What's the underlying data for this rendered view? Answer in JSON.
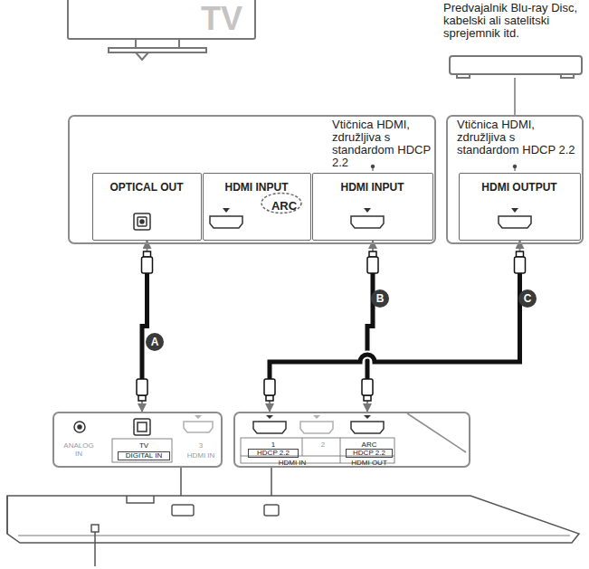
{
  "diagram": {
    "nodes": [
      {
        "text": [
          "Vtičnica HDMI, združljiva s standardom HDCP 2.2"
        ]
      },
      {
        "text": [
          "OPTICAL OUT"
        ],
        "in": 0
      },
      {
        "text": [
          "HDMI INPUT",
          "ARC"
        ],
        "in": 0
      },
      {
        "text": [
          "HDMI INPUT"
        ],
        "in": 0
      },
      {
        "text": [
          "Vtičnica HDMI, združljiva s standardom HDCP 2.2"
        ]
      },
      {
        "text": [
          "HDMI OUTPUT"
        ],
        "in": 4
      },
      {
        "text": [
          "ANALOG IN",
          "TV",
          "DIGITAL IN",
          "3",
          "HDMI IN"
        ]
      },
      {
        "text": [
          "1",
          "HDCP 2.2",
          "2",
          "HDMI IN",
          "ARC",
          "HDCP 2.2",
          "HDMI OUT"
        ]
      }
    ],
    "edges": [
      {
        "from": 1,
        "to": 6,
        "arrow": "both",
        "label": "A"
      },
      {
        "from": 3,
        "to": 7,
        "arrow": "both",
        "label": "B"
      },
      {
        "from": 5,
        "to": 7,
        "arrow": "both",
        "label": "C"
      }
    ],
    "labels": [
      "TV",
      "Predvajalnik Blu-ray Disc, kabelski ali satelitski sprejemnik itd."
    ]
  }
}
